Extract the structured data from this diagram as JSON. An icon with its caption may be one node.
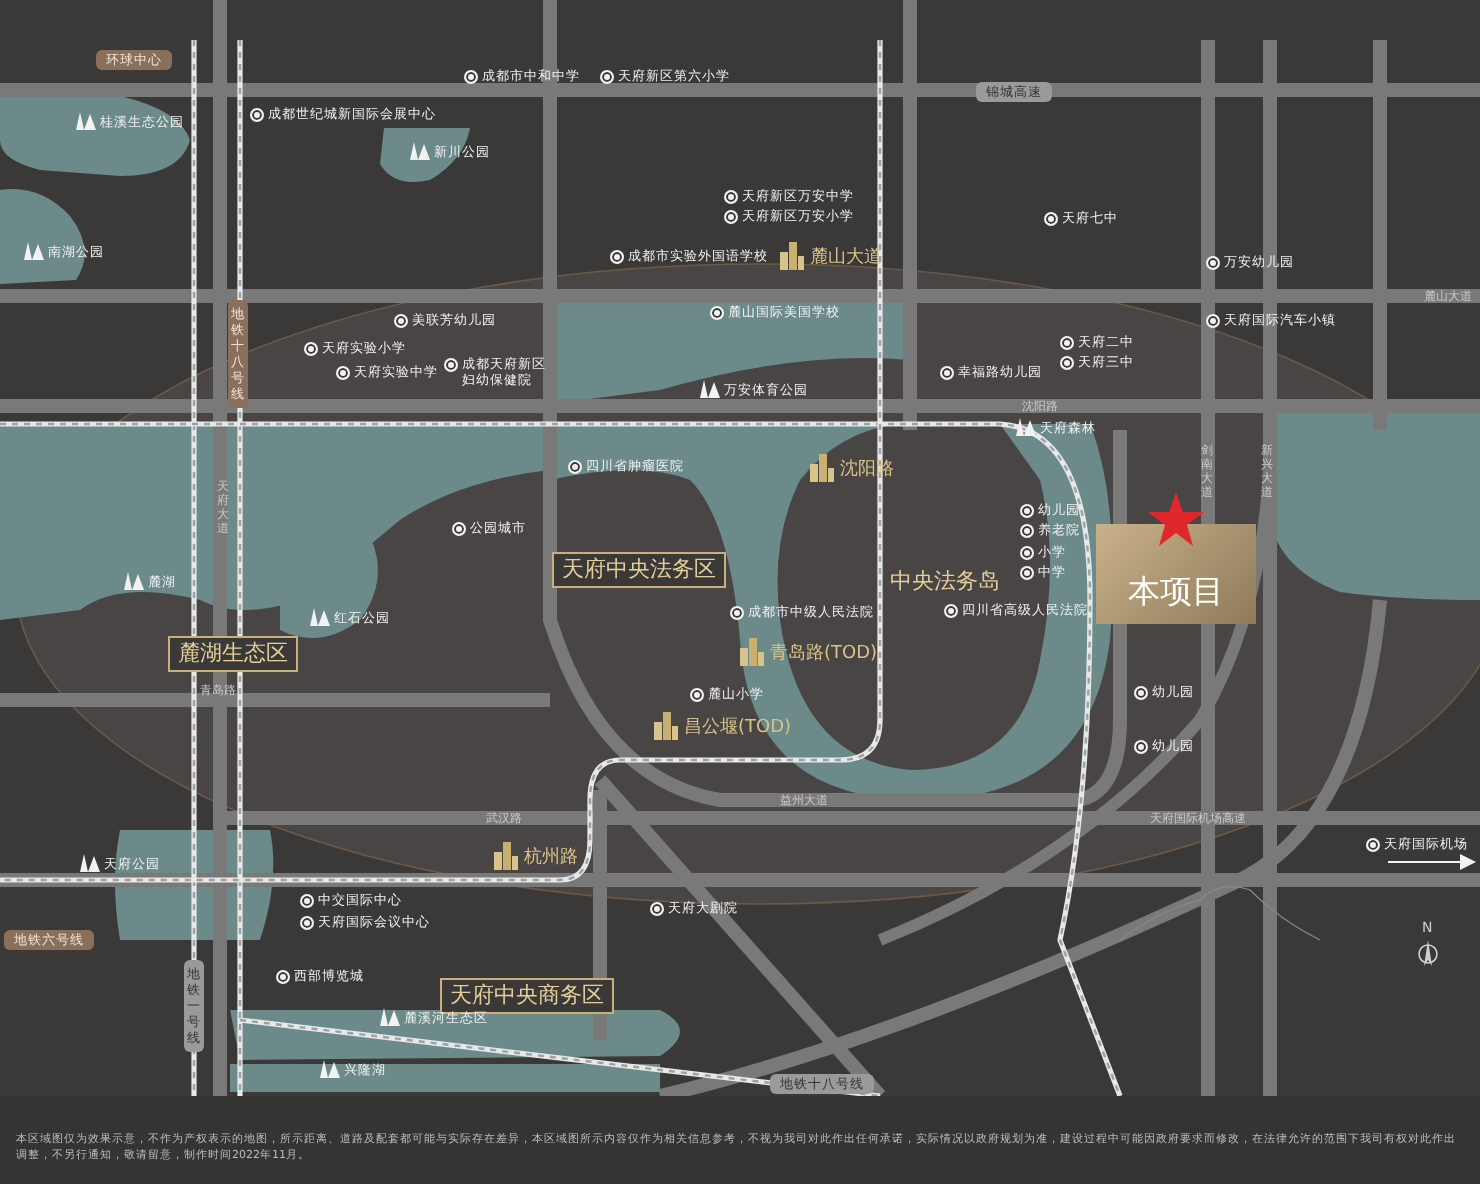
{
  "diagram": {
    "nodes": [
      {
        "text": [
          "环球中心"
        ]
      },
      {
        "text": [
          "锦城高速"
        ]
      },
      {
        "text": [
          "地铁十八号线"
        ]
      },
      {
        "text": [
          "地铁六号线"
        ]
      },
      {
        "text": [
          "地铁一号线"
        ]
      },
      {
        "text": [
          "地铁十八号线"
        ]
      },
      {
        "text": [
          "天府中央法务区"
        ]
      },
      {
        "text": [
          "麓湖生态区"
        ]
      },
      {
        "text": [
          "天府中央商务区"
        ]
      },
      {
        "text": [
          "本项目"
        ]
      }
    ],
    "labels": [
      "桂溪生态公园",
      "南湖公园",
      "成都世纪城新国际会展中心",
      "新川公园",
      "美联芳幼儿园",
      "天府实验小学",
      "天府实验中学",
      "成都天府新区妇幼保健院",
      "成都市中和中学",
      "天府新区第六小学",
      "天府新区万安中学",
      "天府新区万安小学",
      "成都市实验外国语学校",
      "麓山国际美国学校",
      "万安体育公园",
      "四川省肿瘤医院",
      "公园城市",
      "红石公园",
      "麓湖",
      "天府公园",
      "中交国际中心",
      "天府国际会议中心",
      "西部博览城",
      "麓溪河生态区",
      "兴隆湖",
      "天府大剧院",
      "成都市中级人民法院",
      "四川省高级人民法院",
      "麓山小学",
      "天府七中",
      "万安幼儿园",
      "天府国际汽车小镇",
      "天府二中",
      "天府三中",
      "幸福路幼儿园",
      "天府森林",
      "幼儿园",
      "养老院",
      "小学",
      "中学",
      "幼儿园",
      "幼儿园",
      "天府国际机场",
      "麓山大道",
      "沈阳路",
      "青岛路(TOD)",
      "昌公堰(TOD)",
      "杭州路",
      "中央法务岛",
      "天府大道",
      "青岛路",
      "武汉路",
      "益州大道",
      "麓山大道",
      "沈阳路",
      "天府国际机场高速",
      "剑南大道",
      "新兴大道",
      "N",
      "本区域图仅为效果示意，不作为产权表示的地图，所示距离、道路及配套都可能与实际存在差异，本区域图所示内容仅作为相关信息参考，不视为我司对此作出任何承诺，实际情况以政府规划为准，建设过程中可能因政府要求而修改，在法律允许的范围下我司有权对此作出调整，不另行通知，敬请留意，制作时间2022年11月。"
    ]
  }
}
